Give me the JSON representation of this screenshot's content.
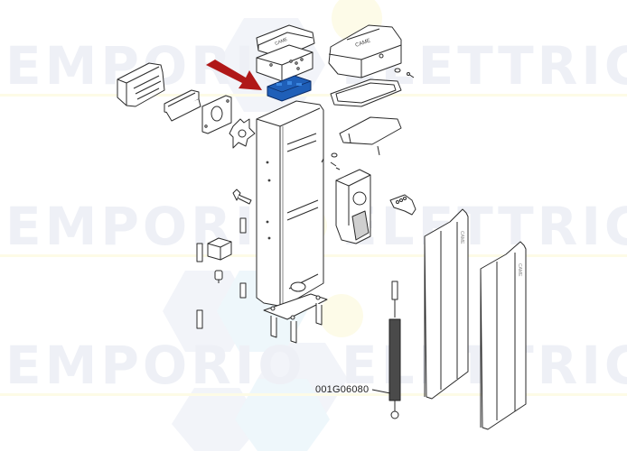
{
  "diagram": {
    "type": "exploded-parts-view",
    "subject": "automatic barrier column assembly",
    "watermark": {
      "words": [
        "EMPORIO",
        "ELETTRICO"
      ],
      "rows": [
        {
          "left": "EMPORIO",
          "right": "ELETTRICO"
        },
        {
          "left": "EMPORIO",
          "right": "ELETTRICO"
        },
        {
          "left": "EMPORIO",
          "right": "ELETTRICO"
        }
      ],
      "color": "#eef0f6"
    },
    "highlight": {
      "arrow_color": "#b01818",
      "board_color": "#1f5fb8",
      "target": "control-board"
    },
    "callouts": [
      {
        "label": "001G06080",
        "target": "balancing-spring"
      }
    ],
    "parts": [
      "control-box-lid",
      "control-box",
      "control-board",
      "head-cover",
      "head-gasket-frame",
      "head-frame",
      "end-cap",
      "mounting-bracket",
      "mounting-plate",
      "cross-plate",
      "column-cabinet",
      "base-plate-anchors",
      "gearmotor",
      "release-lever-bracket",
      "lock-key",
      "transformer",
      "capacitor",
      "terminal-strips",
      "balancing-spring",
      "side-panel-left",
      "side-panel-right"
    ],
    "brand_mark": "CAME"
  }
}
